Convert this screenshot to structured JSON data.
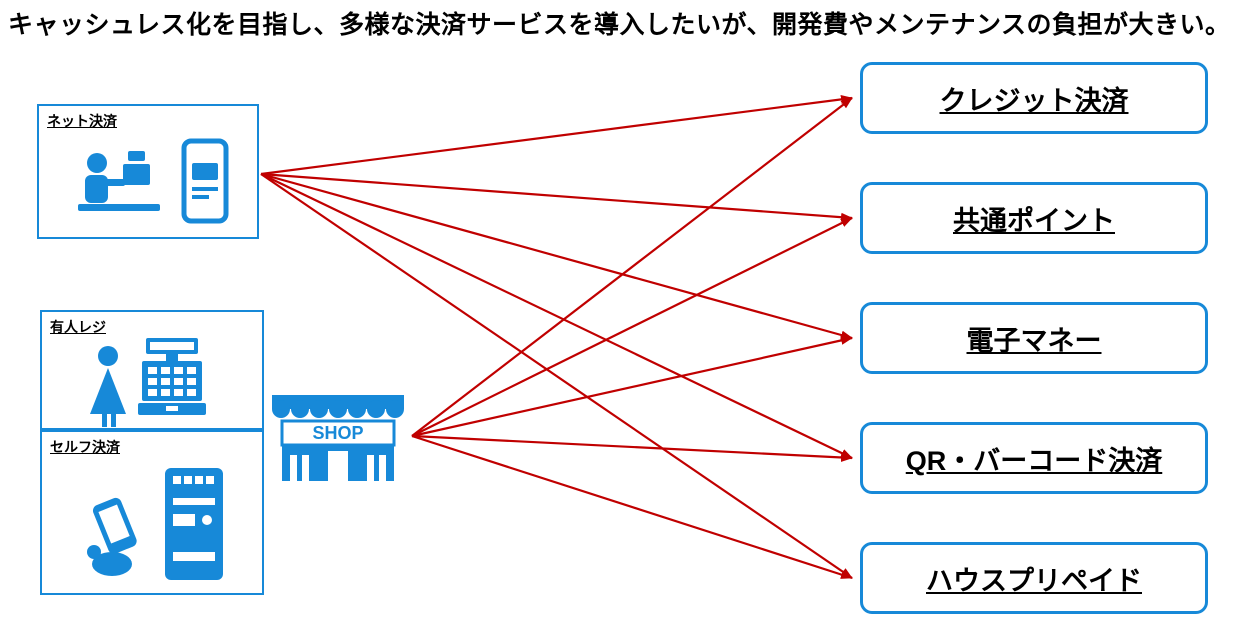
{
  "title": "キャッシュレス化を目指し、多様な決済サービスを導入したいが、開発費やメンテナンスの負担が大きい。",
  "colors": {
    "node_border_blue": "#1789D8",
    "arrow_red": "#C00000",
    "text": "#000000",
    "background": "#FFFFFF"
  },
  "sources": [
    {
      "id": "net",
      "label": "ネット決済"
    },
    {
      "id": "staffed",
      "label": "有人レジ"
    },
    {
      "id": "self",
      "label": "セルフ決済"
    }
  ],
  "shop_sign": "SHOP",
  "targets": [
    {
      "id": "credit",
      "label": "クレジット決済"
    },
    {
      "id": "points",
      "label": "共通ポイント"
    },
    {
      "id": "emoney",
      "label": "電子マネー"
    },
    {
      "id": "qr",
      "label": "QR・バーコード決済"
    },
    {
      "id": "prepaid",
      "label": "ハウスプリペイド"
    }
  ],
  "edges": [
    {
      "from": "net",
      "to": "credit"
    },
    {
      "from": "net",
      "to": "points"
    },
    {
      "from": "net",
      "to": "emoney"
    },
    {
      "from": "net",
      "to": "qr"
    },
    {
      "from": "net",
      "to": "prepaid"
    },
    {
      "from": "shop",
      "to": "credit"
    },
    {
      "from": "shop",
      "to": "points"
    },
    {
      "from": "shop",
      "to": "emoney"
    },
    {
      "from": "shop",
      "to": "qr"
    },
    {
      "from": "shop",
      "to": "prepaid"
    }
  ]
}
